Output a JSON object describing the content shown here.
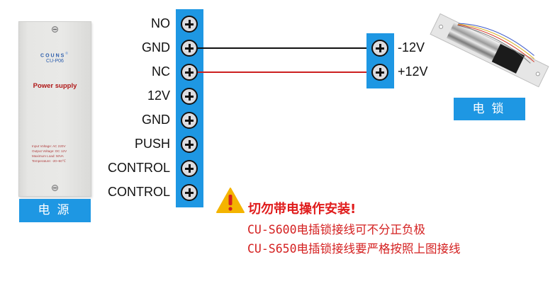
{
  "power_supply": {
    "brand": "COUNS",
    "registered_mark": "®",
    "model": "CU-P06",
    "title": "Power supply",
    "specs": [
      "Input Voltage: AC 220V",
      "Output Voltage: DC 12V",
      "Maximum Load: 50VA",
      "Temperature: -20~50℃"
    ],
    "caption": "电源"
  },
  "main_terminals": {
    "pins": [
      {
        "label": "NO"
      },
      {
        "label": "GND"
      },
      {
        "label": "NC"
      },
      {
        "label": "12V"
      },
      {
        "label": "GND"
      },
      {
        "label": "PUSH"
      },
      {
        "label": "CONTROL"
      },
      {
        "label": "CONTROL"
      }
    ]
  },
  "lock_terminals": {
    "pins": [
      {
        "label": "-12V"
      },
      {
        "label": "+12V"
      }
    ]
  },
  "wires": [
    {
      "from": "GND",
      "to": "-12V",
      "color": "#111111"
    },
    {
      "from": "NC",
      "to": "+12V",
      "color": "#cc1f1f"
    }
  ],
  "electric_lock": {
    "caption": "电锁"
  },
  "warning": {
    "icon": "warning-triangle-icon",
    "title": "切勿带电操作安装!",
    "notes": [
      "CU-S600电插锁接线可不分正负极",
      "CU-S650电插锁接线要严格按照上图接线"
    ]
  },
  "colors": {
    "accent_blue": "#1e97e3",
    "warning_red": "#e01b1b",
    "warning_yellow": "#f4b400"
  }
}
